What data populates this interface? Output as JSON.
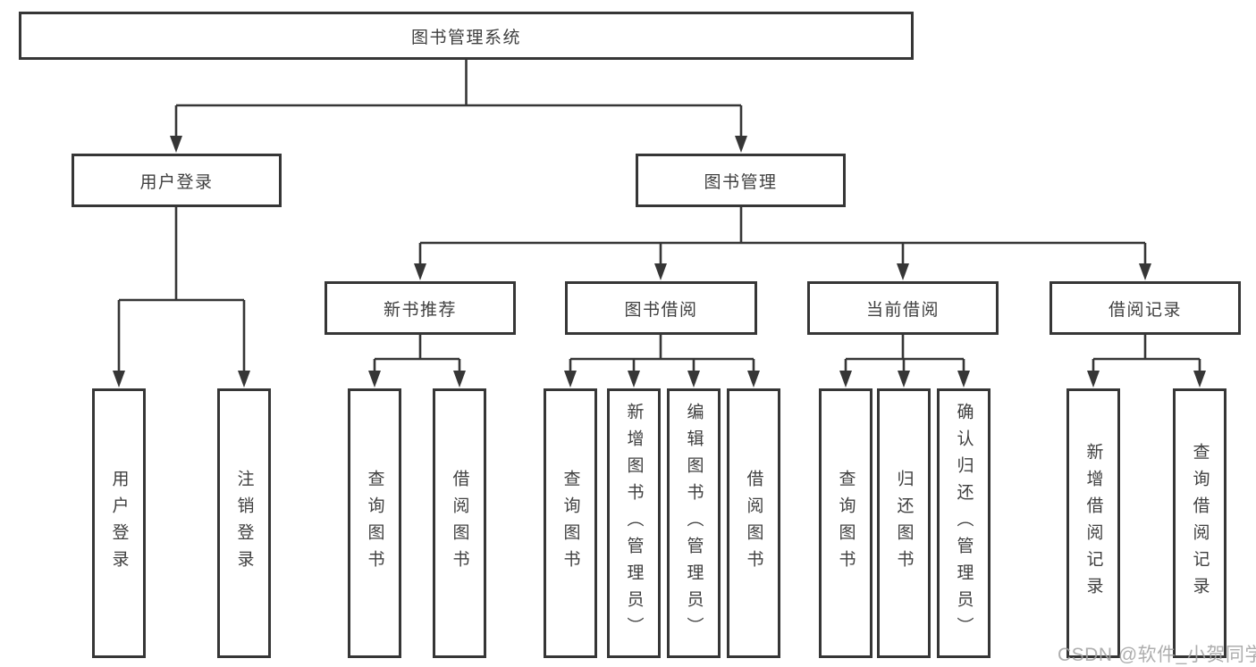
{
  "diagram": {
    "root": {
      "label": "图书管理系统"
    },
    "level2": {
      "user_login": {
        "label": "用户登录"
      },
      "book_management": {
        "label": "图书管理"
      }
    },
    "level3": {
      "new_book_recommend": {
        "label": "新书推荐"
      },
      "book_borrow": {
        "label": "图书借阅"
      },
      "current_borrow": {
        "label": "当前借阅"
      },
      "borrow_records": {
        "label": "借阅记录"
      }
    },
    "leaves": {
      "ul_user_login": "用户登录",
      "ul_logout": "注销登录",
      "nb_query_books": "查询图书",
      "nb_borrow_books": "借阅图书",
      "bb_query_books": "查询图书",
      "bb_add_books_admin": "新增图书（管理员）",
      "bb_edit_books_admin": "编辑图书（管理员）",
      "bb_borrow_books": "借阅图书",
      "cb_query_books": "查询图书",
      "cb_return_books": "归还图书",
      "cb_confirm_return_admin": "确认归还（管理员）",
      "br_add_record": "新增借阅记录",
      "br_query_record": "查询借阅记录"
    }
  },
  "watermark": {
    "text": "CSDN @软件_小贺同学"
  },
  "colors": {
    "line": "#363636",
    "text": "#3f3f3f",
    "background": "#ffffff",
    "watermark": "#a3a3a3"
  }
}
